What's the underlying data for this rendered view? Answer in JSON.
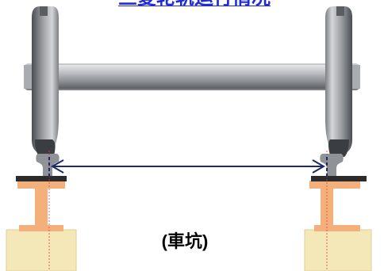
{
  "title": "三菱轮轨运行情况",
  "pit_label": "(車坑)",
  "colors": {
    "title_blue": "#1f2bd6",
    "gauge_arrow": "#1a2a6c",
    "axle_steel": "#8c8f93",
    "rail_dark": "#2b2b2b",
    "tie_plate_orange": "#f3b07a",
    "support_beige": "#f5e8b8",
    "centerline_red": "#e04040"
  },
  "icons": [
    "wheelset-axle",
    "left-wheel",
    "right-wheel",
    "left-rail",
    "right-rail",
    "gauge-double-arrow"
  ]
}
